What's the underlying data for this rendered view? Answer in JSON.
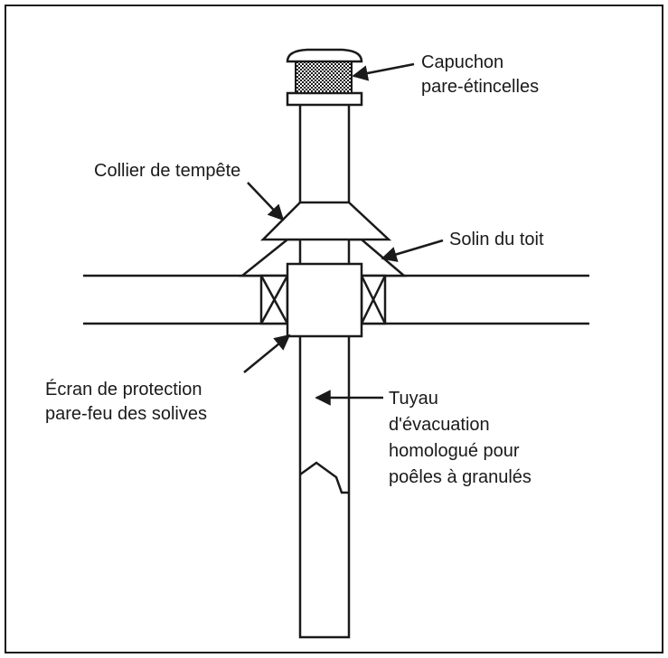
{
  "labels": {
    "spark_cap_line1": "Capuchon",
    "spark_cap_line2": "pare-étincelles",
    "storm_collar": "Collier de tempête",
    "roof_flashing": "Solin du toit",
    "firestop_line1": "Écran de protection",
    "firestop_line2": "pare-feu des solives",
    "vent_pipe_line1": "Tuyau",
    "vent_pipe_line2": "d'évacuation",
    "vent_pipe_line3": "homologué pour",
    "vent_pipe_line4": "poêles à granulés"
  },
  "colors": {
    "ink": "#1a1a1a",
    "background": "#ffffff"
  }
}
